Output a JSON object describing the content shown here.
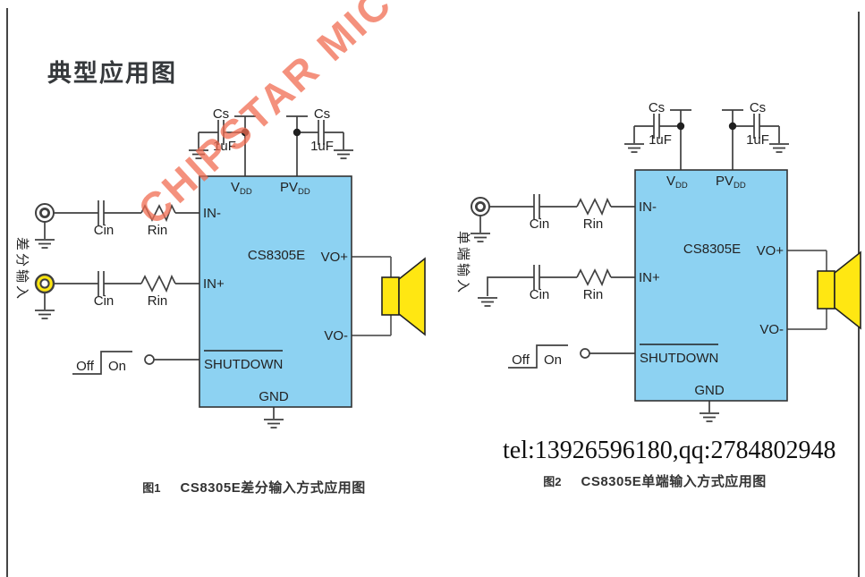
{
  "page": {
    "title": "典型应用图",
    "watermark": "CHIPSTAR MIC",
    "contact": "tel:13926596180,qq:2784802948"
  },
  "shared": {
    "ic_name": "CS8305E",
    "pin_vdd_main": "V",
    "pin_vdd_sub": "DD",
    "pin_pvdd_main": "PV",
    "pin_pvdd_sub": "DD",
    "pin_in_minus": "IN-",
    "pin_in_plus": "IN+",
    "pin_vo_plus": "VO+",
    "pin_vo_minus": "VO-",
    "pin_shutdown": "SHUTDOWN",
    "pin_gnd": "GND",
    "supply_cap_label": "Cs",
    "supply_cap_value": "1uF",
    "input_cap_label": "Cin",
    "input_res_label": "Rin",
    "switch_off": "Off",
    "switch_on": "On"
  },
  "circuit1": {
    "input_type_label": "差分输入",
    "figure_no": "图1",
    "caption": "CS8305E差分输入方式应用图"
  },
  "circuit2": {
    "input_type_label": "单端输入",
    "figure_no": "图2",
    "caption": "CS8305E单端输入方式应用图"
  },
  "colors": {
    "ic_fill": "#8DD2F2",
    "speaker_fill": "#FFE712",
    "jack_yellow": "#FFE712",
    "watermark": "#F06C52",
    "wire": "#404040"
  }
}
